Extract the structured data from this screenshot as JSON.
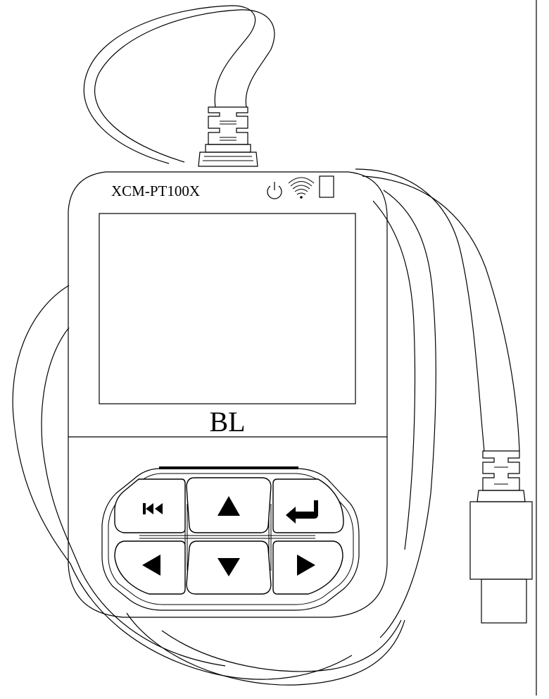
{
  "device": {
    "model_label": "XCM-PT100X",
    "brand_label": "BL"
  },
  "status_icons": [
    "power-icon",
    "wifi-icon",
    "battery-icon"
  ],
  "keypad": [
    {
      "name": "back-button",
      "icon": "skip-back-icon"
    },
    {
      "name": "up-button",
      "icon": "arrow-up-icon"
    },
    {
      "name": "enter-button",
      "icon": "enter-return-icon"
    },
    {
      "name": "left-button",
      "icon": "arrow-left-icon"
    },
    {
      "name": "down-button",
      "icon": "arrow-down-icon"
    },
    {
      "name": "right-button",
      "icon": "arrow-right-icon"
    }
  ],
  "colors": {
    "line": "#000000",
    "background": "#ffffff"
  }
}
